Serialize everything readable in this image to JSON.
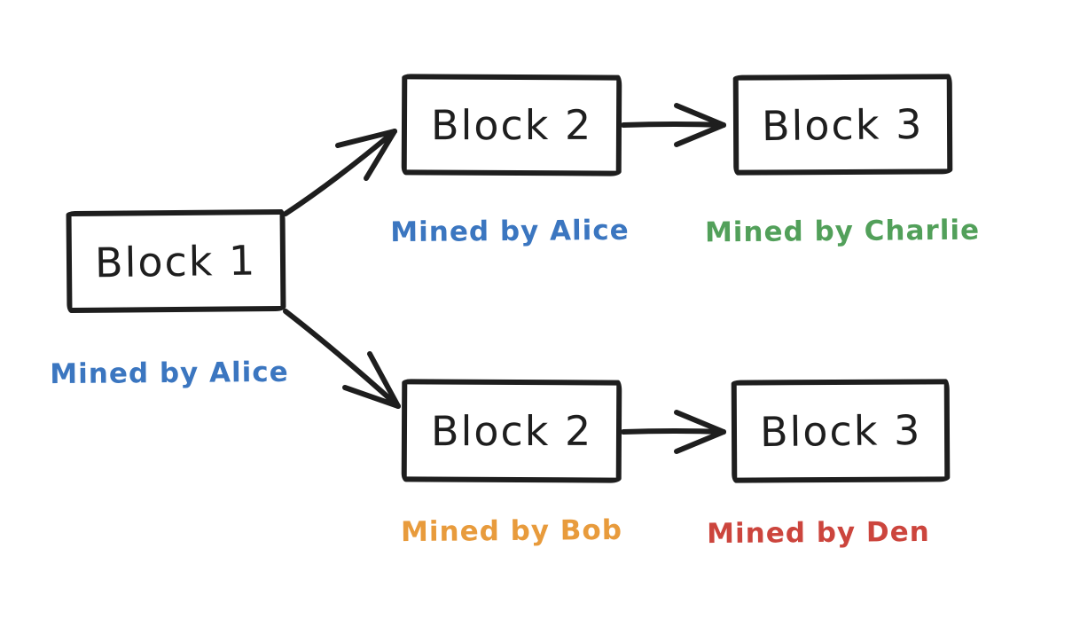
{
  "diagram": {
    "background_color": "#ffffff",
    "stroke_color": "#1e1e1e",
    "blocks": [
      {
        "id": "block-1",
        "label": "Block 1",
        "miner": "Mined by Alice",
        "miner_color": "#3b76c0"
      },
      {
        "id": "block-2-top",
        "label": "Block 2",
        "miner": "Mined by Alice",
        "miner_color": "#3b76c0"
      },
      {
        "id": "block-3-top",
        "label": "Block 3",
        "miner": "Mined by Charlie",
        "miner_color": "#52a05a"
      },
      {
        "id": "block-2-bottom",
        "label": "Block 2",
        "miner": "Mined by Bob",
        "miner_color": "#e89b3c"
      },
      {
        "id": "block-3-bottom",
        "label": "Block 3",
        "miner": "Mined by Den",
        "miner_color": "#cc453d"
      }
    ],
    "edges": [
      {
        "from": "block-1",
        "to": "block-2-top"
      },
      {
        "from": "block-1",
        "to": "block-2-bottom"
      },
      {
        "from": "block-2-top",
        "to": "block-3-top"
      },
      {
        "from": "block-2-bottom",
        "to": "block-3-bottom"
      }
    ]
  }
}
